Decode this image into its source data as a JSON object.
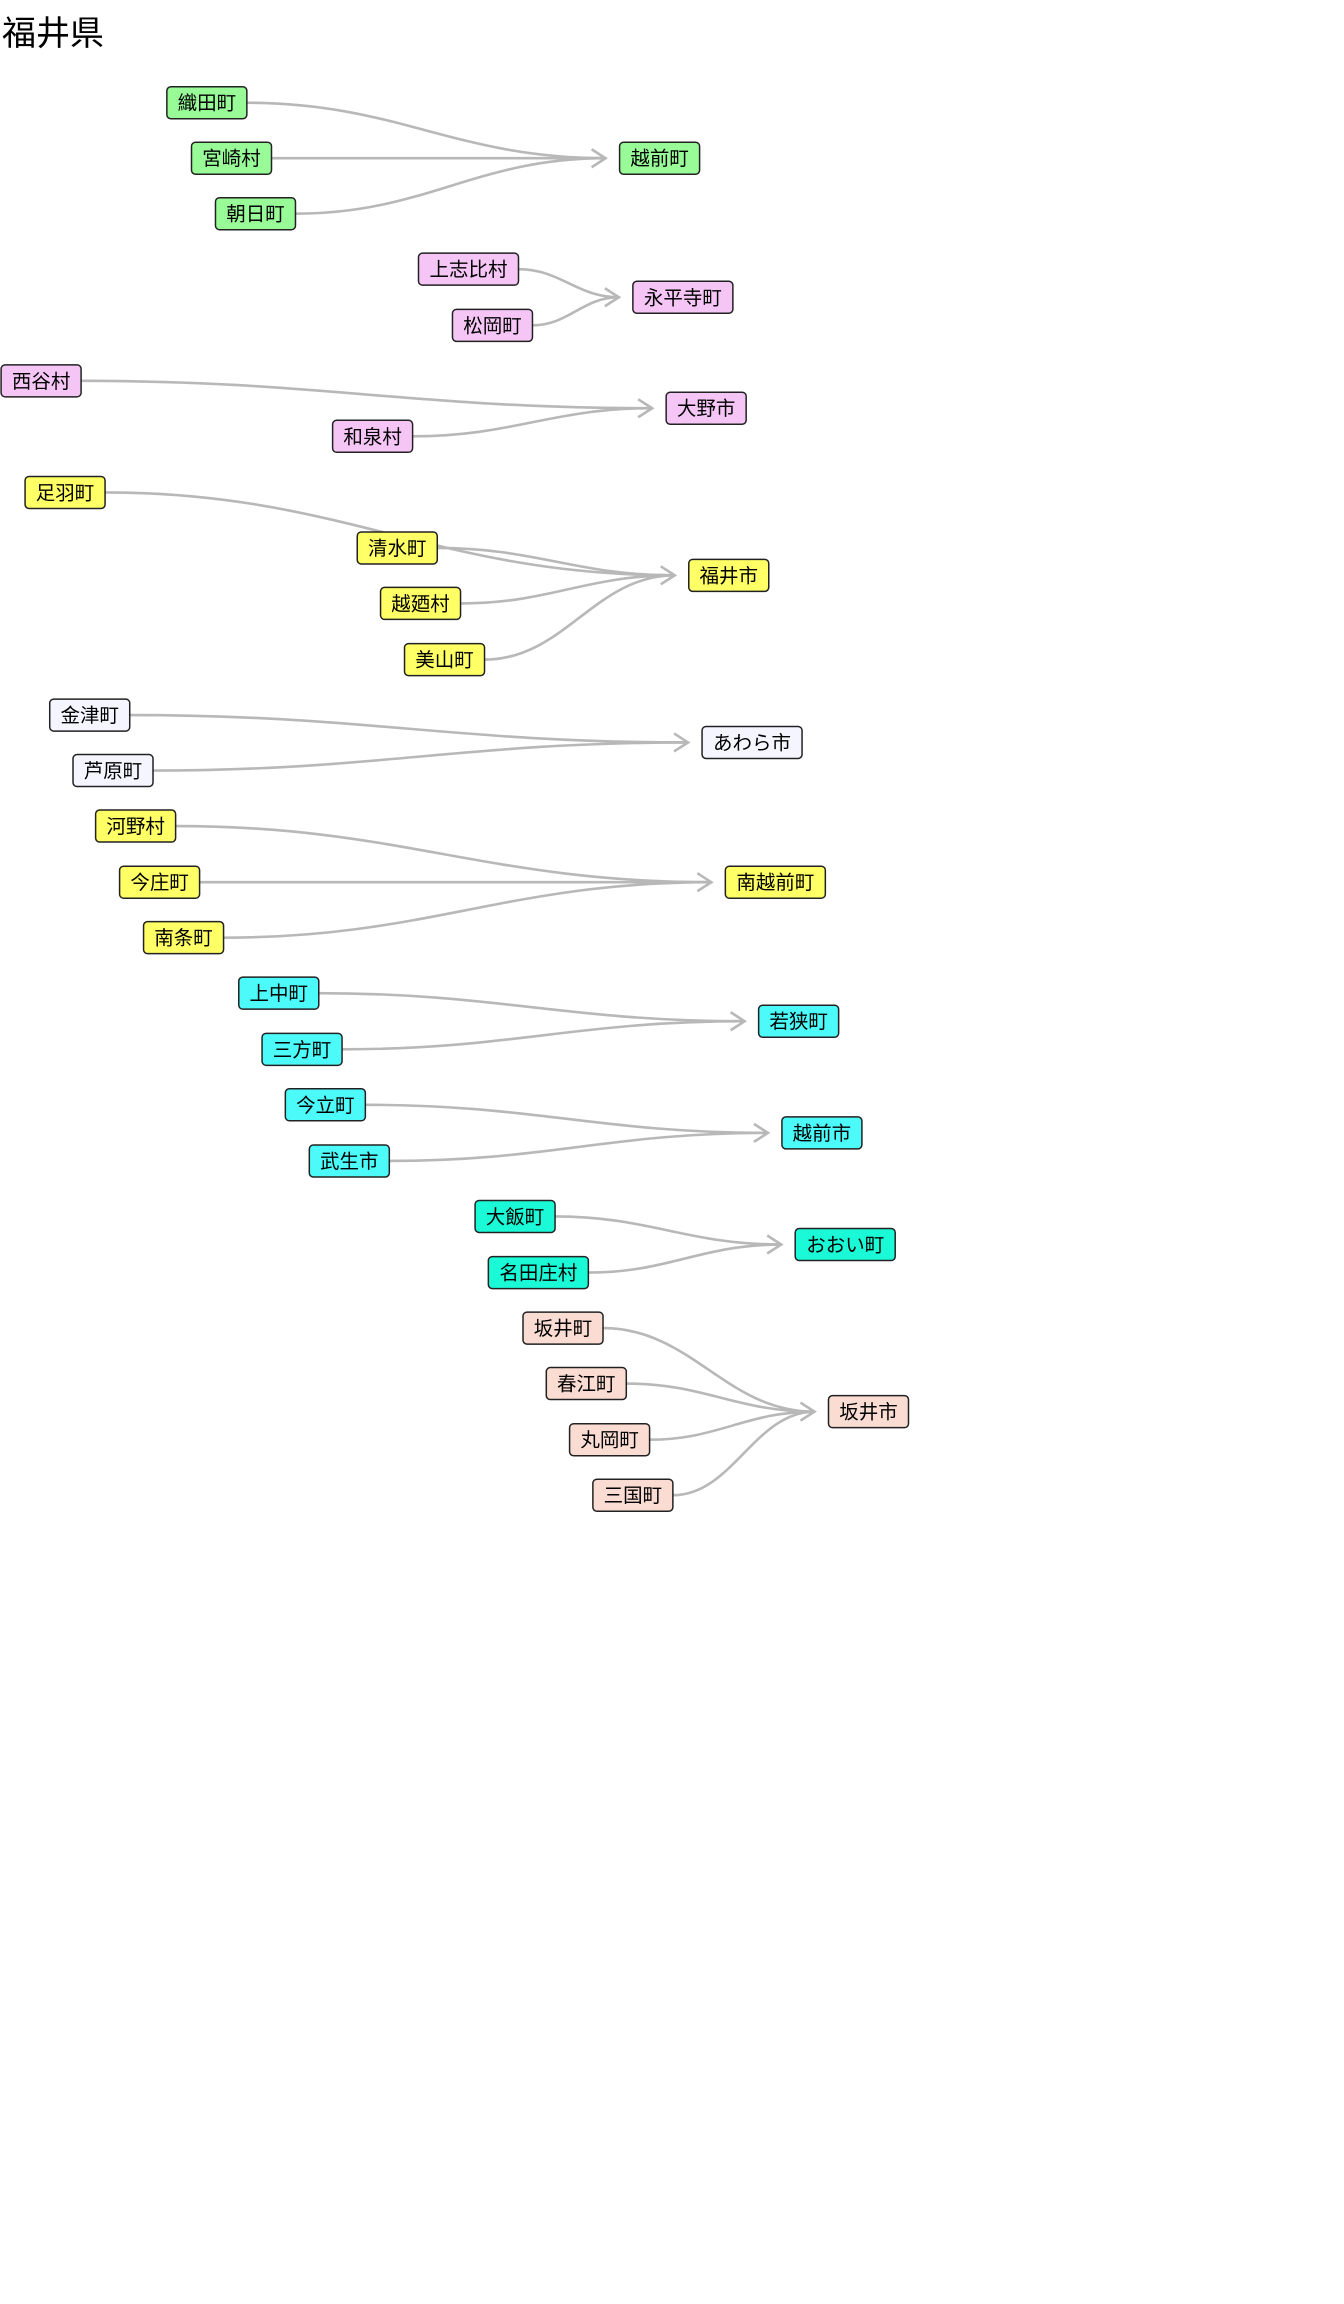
{
  "title": "福井県",
  "colors": {
    "green": "#98fb98",
    "violet": "#f5c6f5",
    "yellow": "#ffff66",
    "lavender": "#f5f5ff",
    "cyan": "#4dfafa",
    "teal": "#1afad6",
    "peach": "#fadcd2",
    "edge": "#b8b8b8"
  },
  "groups": [
    {
      "target": "越前町",
      "color": "green",
      "sources": [
        "織田町",
        "宮崎村",
        "朝日町"
      ]
    },
    {
      "target": "永平寺町",
      "color": "violet",
      "sources": [
        "上志比村",
        "松岡町"
      ]
    },
    {
      "target": "大野市",
      "color": "violet",
      "sources": [
        "西谷村",
        "和泉村"
      ]
    },
    {
      "target": "福井市",
      "color": "yellow",
      "sources": [
        "足羽町",
        "清水町",
        "越廼村",
        "美山町"
      ]
    },
    {
      "target": "あわら市",
      "color": "lavender",
      "sources": [
        "金津町",
        "芦原町"
      ]
    },
    {
      "target": "南越前町",
      "color": "yellow",
      "sources": [
        "河野村",
        "今庄町",
        "南条町"
      ]
    },
    {
      "target": "若狭町",
      "color": "cyan",
      "sources": [
        "上中町",
        "三方町"
      ]
    },
    {
      "target": "越前市",
      "color": "cyan",
      "sources": [
        "今立町",
        "武生市"
      ]
    },
    {
      "target": "おおい町",
      "color": "teal",
      "sources": [
        "大飯町",
        "名田庄村"
      ]
    },
    {
      "target": "坂井市",
      "color": "peach",
      "sources": [
        "坂井町",
        "春江町",
        "丸岡町",
        "三国町"
      ]
    }
  ]
}
